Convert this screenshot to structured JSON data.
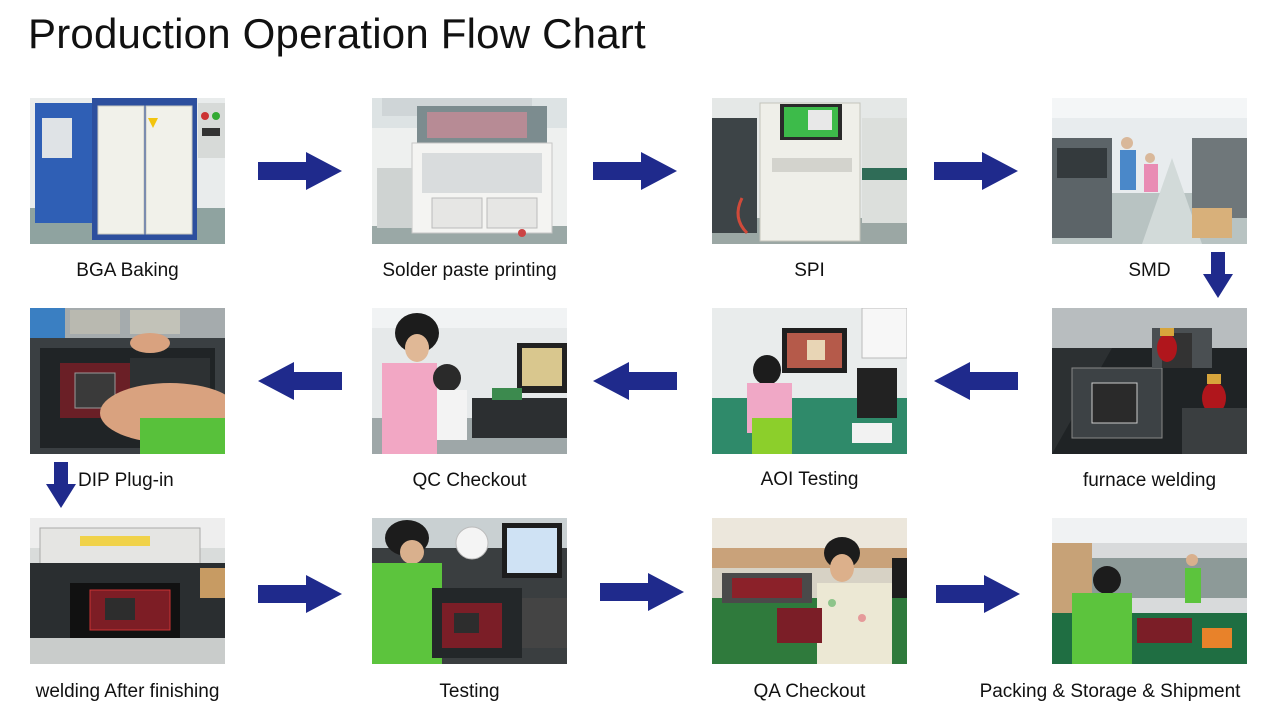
{
  "title": "Production Operation Flow Chart",
  "colors": {
    "arrow": "#1f2a8c",
    "background": "#ffffff",
    "text": "#111111"
  },
  "steps": [
    {
      "order": 1,
      "label": "BGA Baking"
    },
    {
      "order": 2,
      "label": "Solder paste printing"
    },
    {
      "order": 3,
      "label": "SPI"
    },
    {
      "order": 4,
      "label": "SMD"
    },
    {
      "order": 5,
      "label": "furnace welding"
    },
    {
      "order": 6,
      "label": "AOI Testing"
    },
    {
      "order": 7,
      "label": "QC Checkout"
    },
    {
      "order": 8,
      "label": "DIP Plug-in"
    },
    {
      "order": 9,
      "label": "welding After finishing"
    },
    {
      "order": 10,
      "label": "Testing"
    },
    {
      "order": 11,
      "label": "QA Checkout"
    },
    {
      "order": 12,
      "label": "Packing & Storage & Shipment"
    }
  ]
}
